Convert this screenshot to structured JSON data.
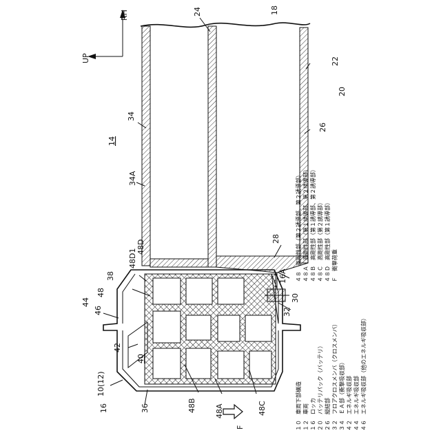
{
  "figure": {
    "title_ref": "14",
    "axes": {
      "up": "UP",
      "rh": "RH"
    },
    "labels": {
      "l18": "18",
      "l24": "24",
      "l22": "22",
      "l20": "20",
      "l26": "26",
      "l34": "34",
      "l34A": "34A",
      "l28": "28",
      "l16A": "16A",
      "l30": "30",
      "l32": "32",
      "l48D1": "48D1",
      "l48D": "48D",
      "l38": "38",
      "l48": "48",
      "l44": "44",
      "l46": "46",
      "l42": "42",
      "l40": "40",
      "l10_12": "10(12)",
      "l16": "16",
      "l36": "36",
      "l48B": "48B",
      "l48A": "48A",
      "l48C": "48C",
      "force": "F"
    }
  },
  "legend": {
    "left": [
      "１０　車両下部構造",
      "１２　車両",
      "１６　ロッカ",
      "２０　バッテリパック（バッテリ）",
      "２６　縦結部",
      "３２　フロアクロスメンバ（クロスメンバ）",
      "３４　ＥＡ部（衝撃吸収部）",
      "４２　エネルギ吸収部",
      "４４　エネルギ吸収部",
      "４６　エネルギ吸収部（他のエネルギ吸収部）"
    ],
    "right": [
      "４８　高剛性部（第２誘導部、第２誘導部）",
      "４８Ａ　高剛性部（第１誘導部、第２誘導部）",
      "４８Ｂ　高剛性部（第１誘導部、第２誘導部）",
      "４８Ｃ　高剛性部（第２誘導部）",
      "４８Ｄ　高剛性部（第１誘導部）",
      "Ｆ　衝撃荷重"
    ]
  }
}
